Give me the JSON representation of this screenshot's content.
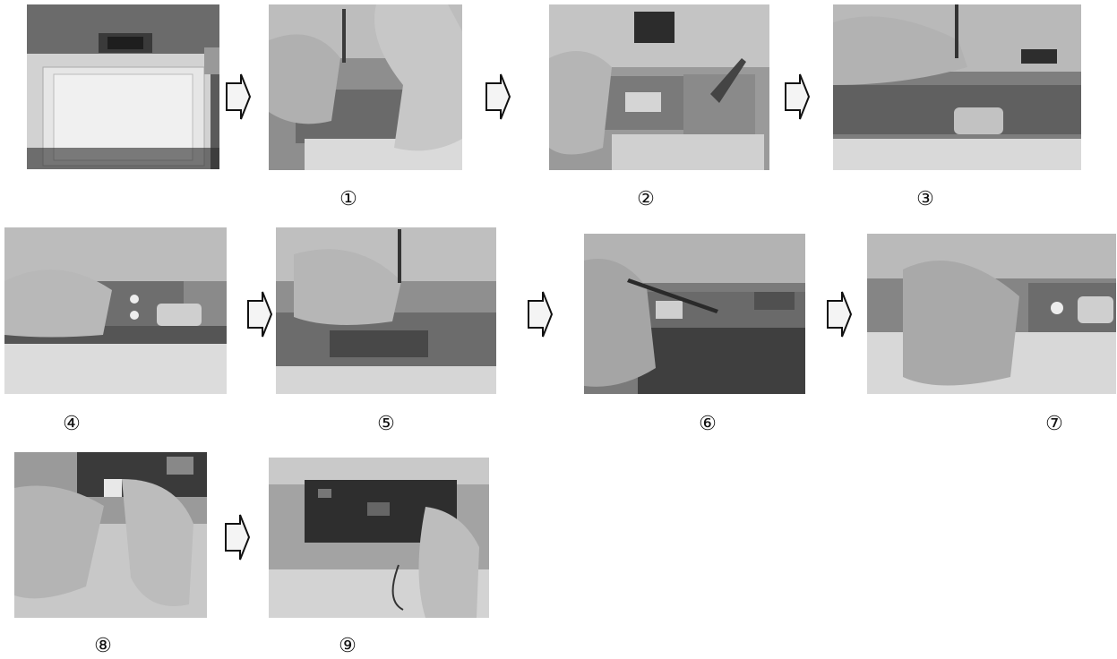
{
  "steps": [
    {
      "label": "①",
      "icon": "remove-screw-photo"
    },
    {
      "label": "②",
      "icon": "remove-cover-photo"
    },
    {
      "label": "③",
      "icon": "hinge-screw-photo"
    },
    {
      "label": "④",
      "icon": "hinge-cover-photo"
    },
    {
      "label": "⑤",
      "icon": "panel-screw-photo"
    },
    {
      "label": "⑥",
      "icon": "pry-panel-photo"
    },
    {
      "label": "⑦",
      "icon": "hinge-bolt-photo"
    },
    {
      "label": "⑧",
      "icon": "unplug-connector-photo"
    },
    {
      "label": "⑨",
      "icon": "control-board-photo"
    }
  ],
  "arrow_icon": "next-step-arrow-icon"
}
